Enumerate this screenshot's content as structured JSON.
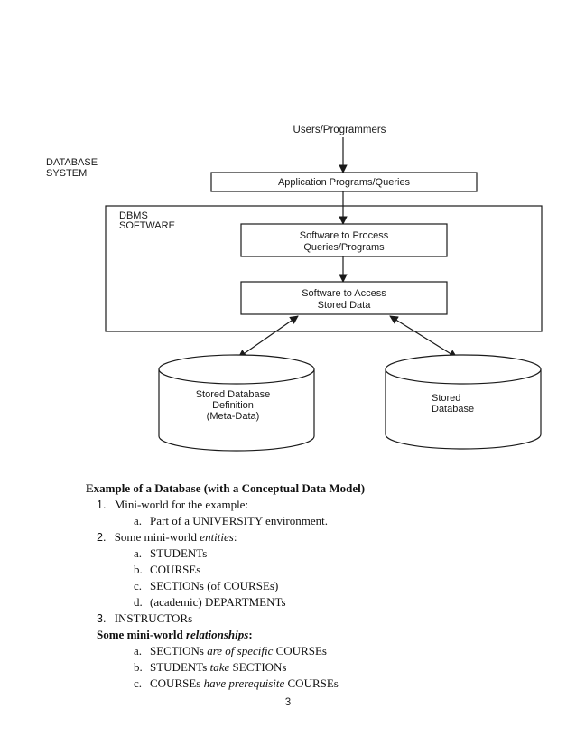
{
  "diagram": {
    "users_label": "Users/Programmers",
    "system_label_line1": "DATABASE",
    "system_label_line2": "SYSTEM",
    "app_box": "Application Programs/Queries",
    "dbms_label_line1": "DBMS",
    "dbms_label_line2": "SOFTWARE",
    "process_box_line1": "Software to Process",
    "process_box_line2": "Queries/Programs",
    "access_box_line1": "Software to Access",
    "access_box_line2": "Stored Data",
    "meta_db_line1": "Stored Database",
    "meta_db_line2": "Definition",
    "meta_db_line3": "(Meta-Data)",
    "stored_db_line1": "Stored",
    "stored_db_line2": "Database"
  },
  "text": {
    "heading": "Example of a Database (with a Conceptual Data Model)",
    "i1_num": "1.",
    "i1": "Mini-world for the example:",
    "i1a_marker": "a.",
    "i1a": "Part of a UNIVERSITY environment.",
    "i2_num": "2.",
    "i2_pre": "Some mini-world ",
    "i2_em": "entities",
    "i2_post": ":",
    "i2a_marker": "a.",
    "i2a": "STUDENTs",
    "i2b_marker": "b.",
    "i2b": "COURSEs",
    "i2c_marker": "c.",
    "i2c": "SECTIONs (of COURSEs)",
    "i2d_marker": "d.",
    "i2d": "(academic) DEPARTMENTs",
    "i3_num": "3.",
    "i3": "INSTRUCTORs",
    "rel_pre": "Some mini-world ",
    "rel_em": "relationships",
    "rel_post": ":",
    "ra_marker": "a.",
    "ra_1": "SECTIONs ",
    "ra_em": "are of specific",
    "ra_2": " COURSEs",
    "rb_marker": "b.",
    "rb_1": "STUDENTs ",
    "rb_em": "take",
    "rb_2": " SECTIONs",
    "rc_marker": "c.",
    "rc_1": "COURSEs ",
    "rc_em": "have prerequisite",
    "rc_2": " COURSEs"
  },
  "page_number": "3"
}
